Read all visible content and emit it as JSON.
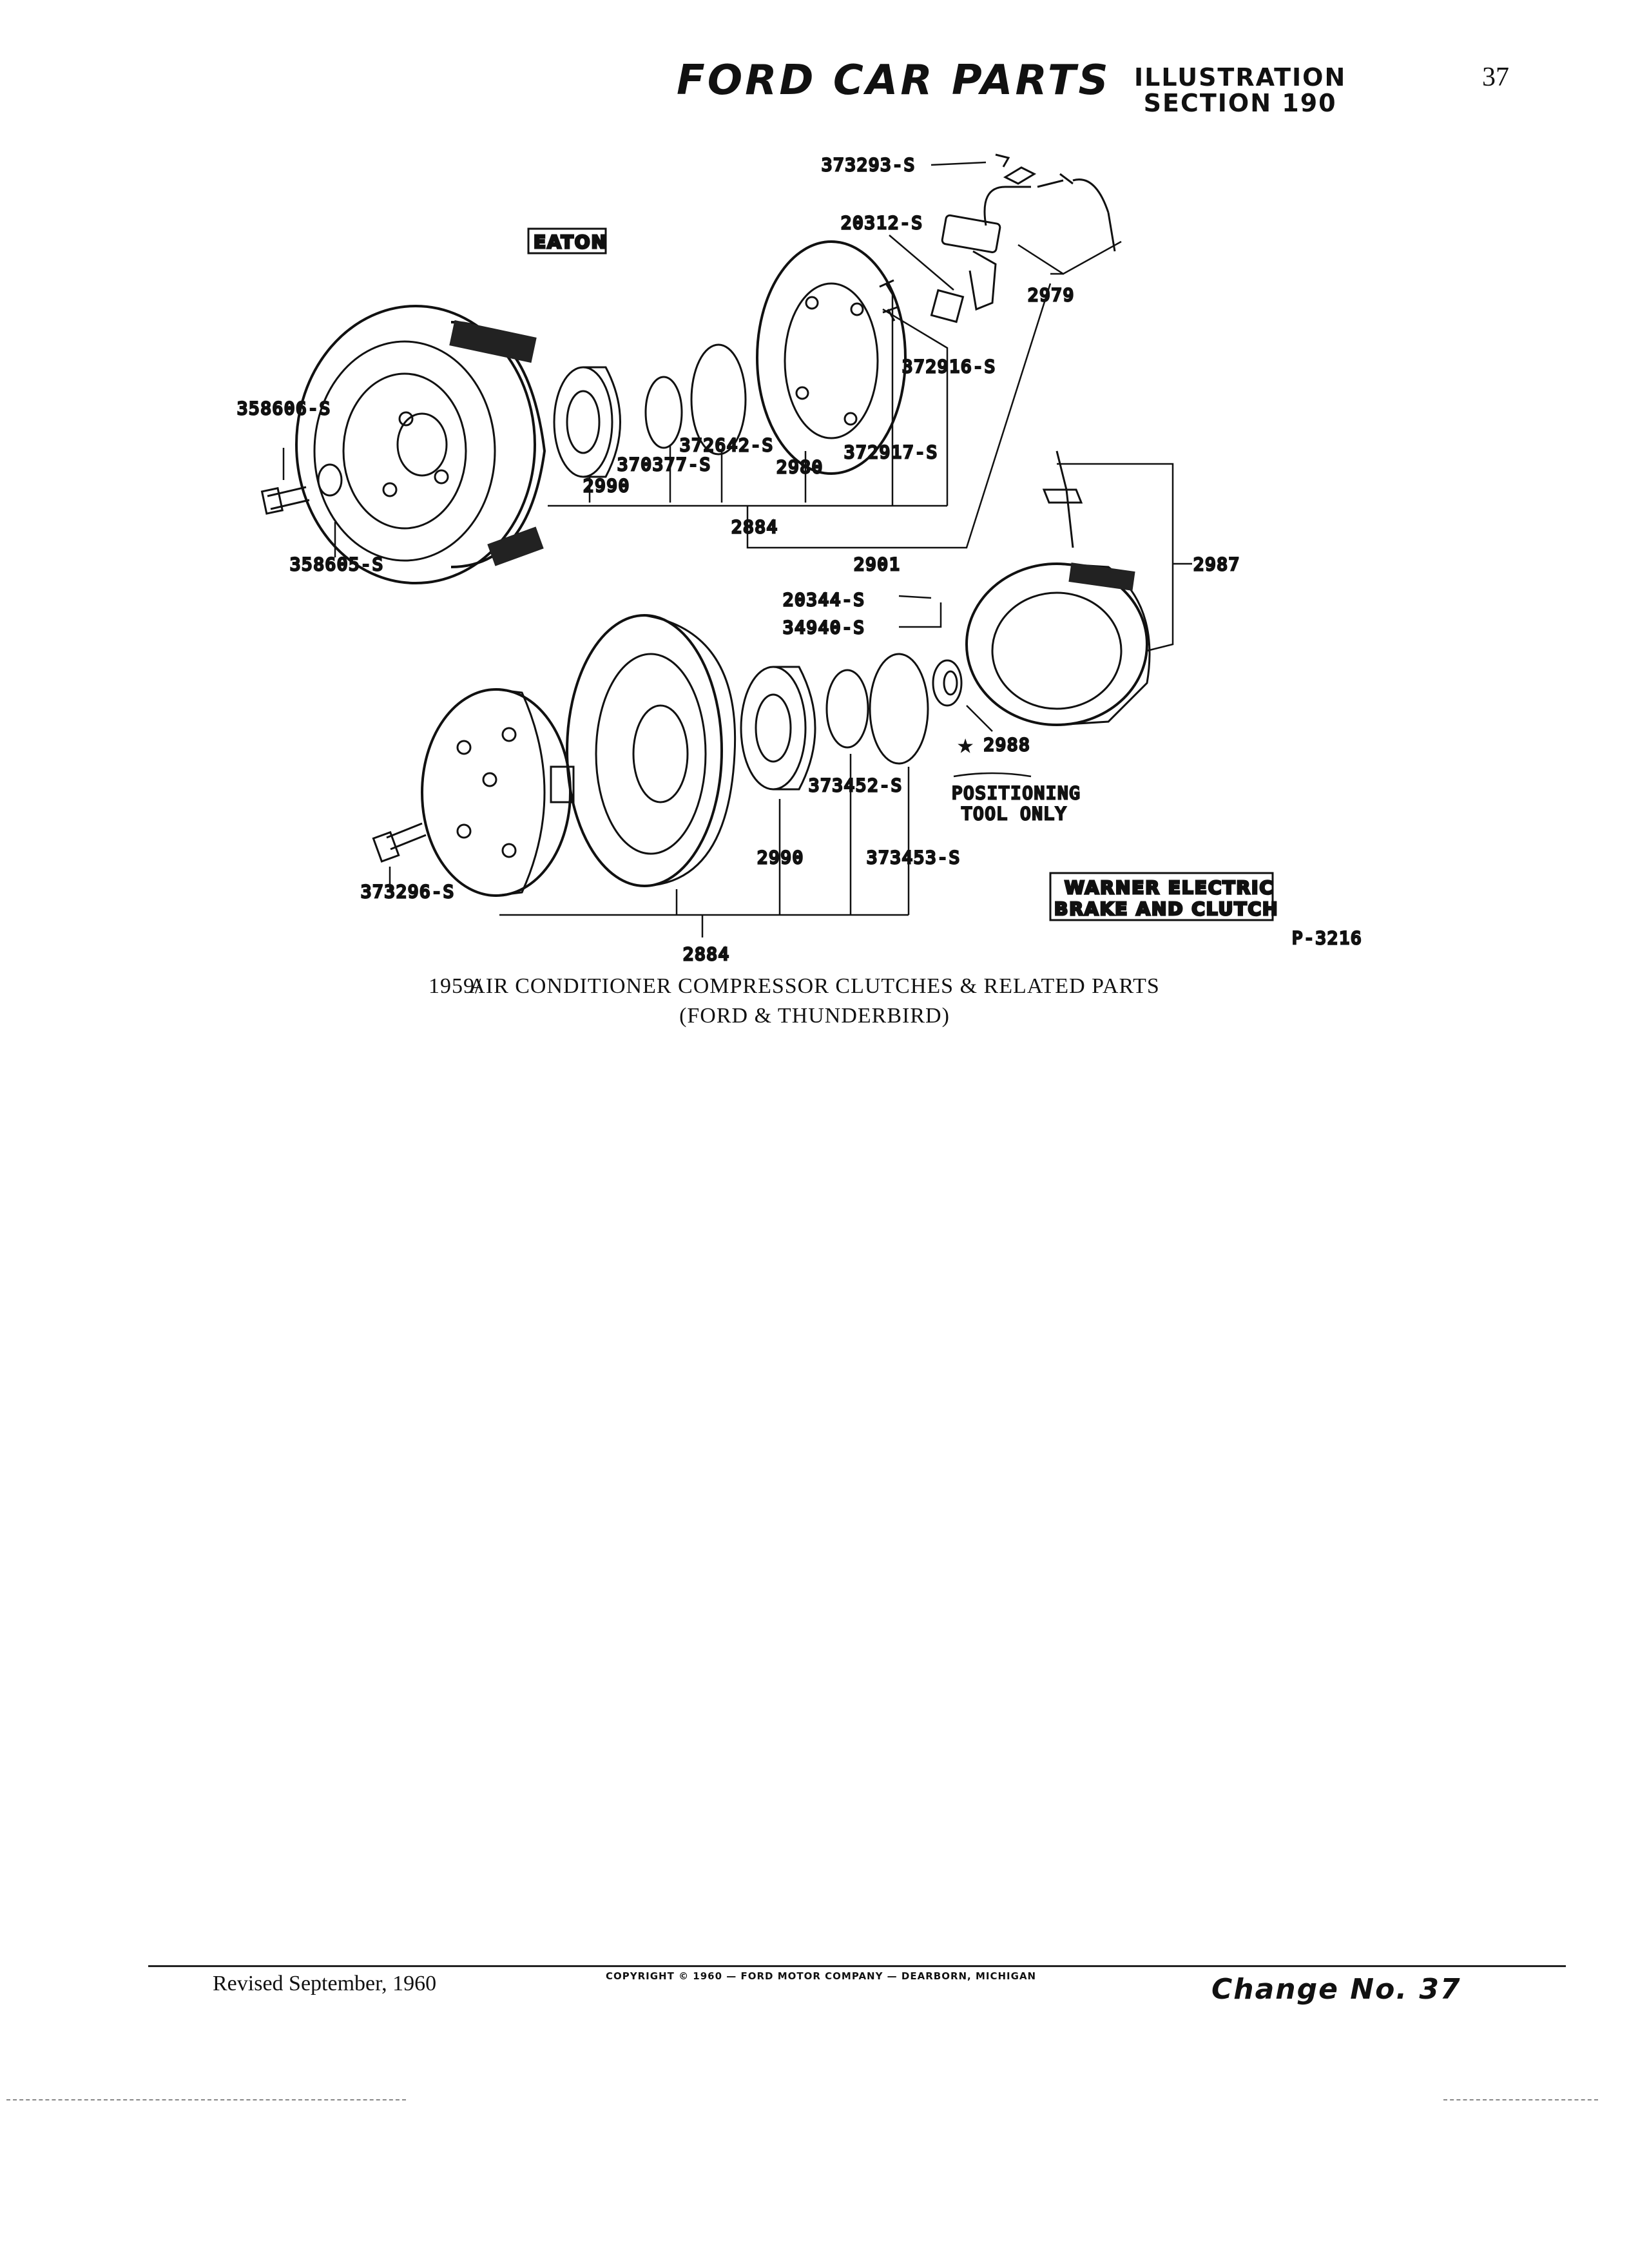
{
  "header": {
    "title": "FORD CAR PARTS",
    "illustration_line1": "ILLUSTRATION",
    "illustration_line2": "SECTION 190",
    "page_number": "37"
  },
  "diagram": {
    "eaton_label": "EATON",
    "warner_label_line1": "WARNER ELECTRIC",
    "warner_label_line2": "BRAKE AND CLUTCH",
    "positioning_line1": "POSITIONING",
    "positioning_line2": "TOOL ONLY",
    "ref_code": "P-3216",
    "parts": {
      "p373293": "373293-S",
      "p20312": "20312-S",
      "p2979": "2979",
      "p372916": "372916-S",
      "p358606": "358606-S",
      "p372642": "372642-S",
      "p370377": "370377-S",
      "p2980": "2980",
      "p372917": "372917-S",
      "p2990a": "2990",
      "p2884a": "2884",
      "p2901": "2901",
      "p358605": "358605-S",
      "p2987": "2987",
      "p20344": "20344-S",
      "p34940": "34940-S",
      "p2988": "★ 2988",
      "p373452": "373452-S",
      "p2990b": "2990",
      "p373453": "373453-S",
      "p373296": "373296-S",
      "p2884b": "2884"
    }
  },
  "caption": {
    "year": "1959/",
    "line1": "AIR CONDITIONER COMPRESSOR CLUTCHES & RELATED PARTS",
    "line2": "(FORD & THUNDERBIRD)"
  },
  "footer": {
    "revised": "Revised September, 1960",
    "copyright": "COPYRIGHT © 1960 — FORD MOTOR COMPANY — DEARBORN, MICHIGAN",
    "change": "Change No. 37"
  }
}
